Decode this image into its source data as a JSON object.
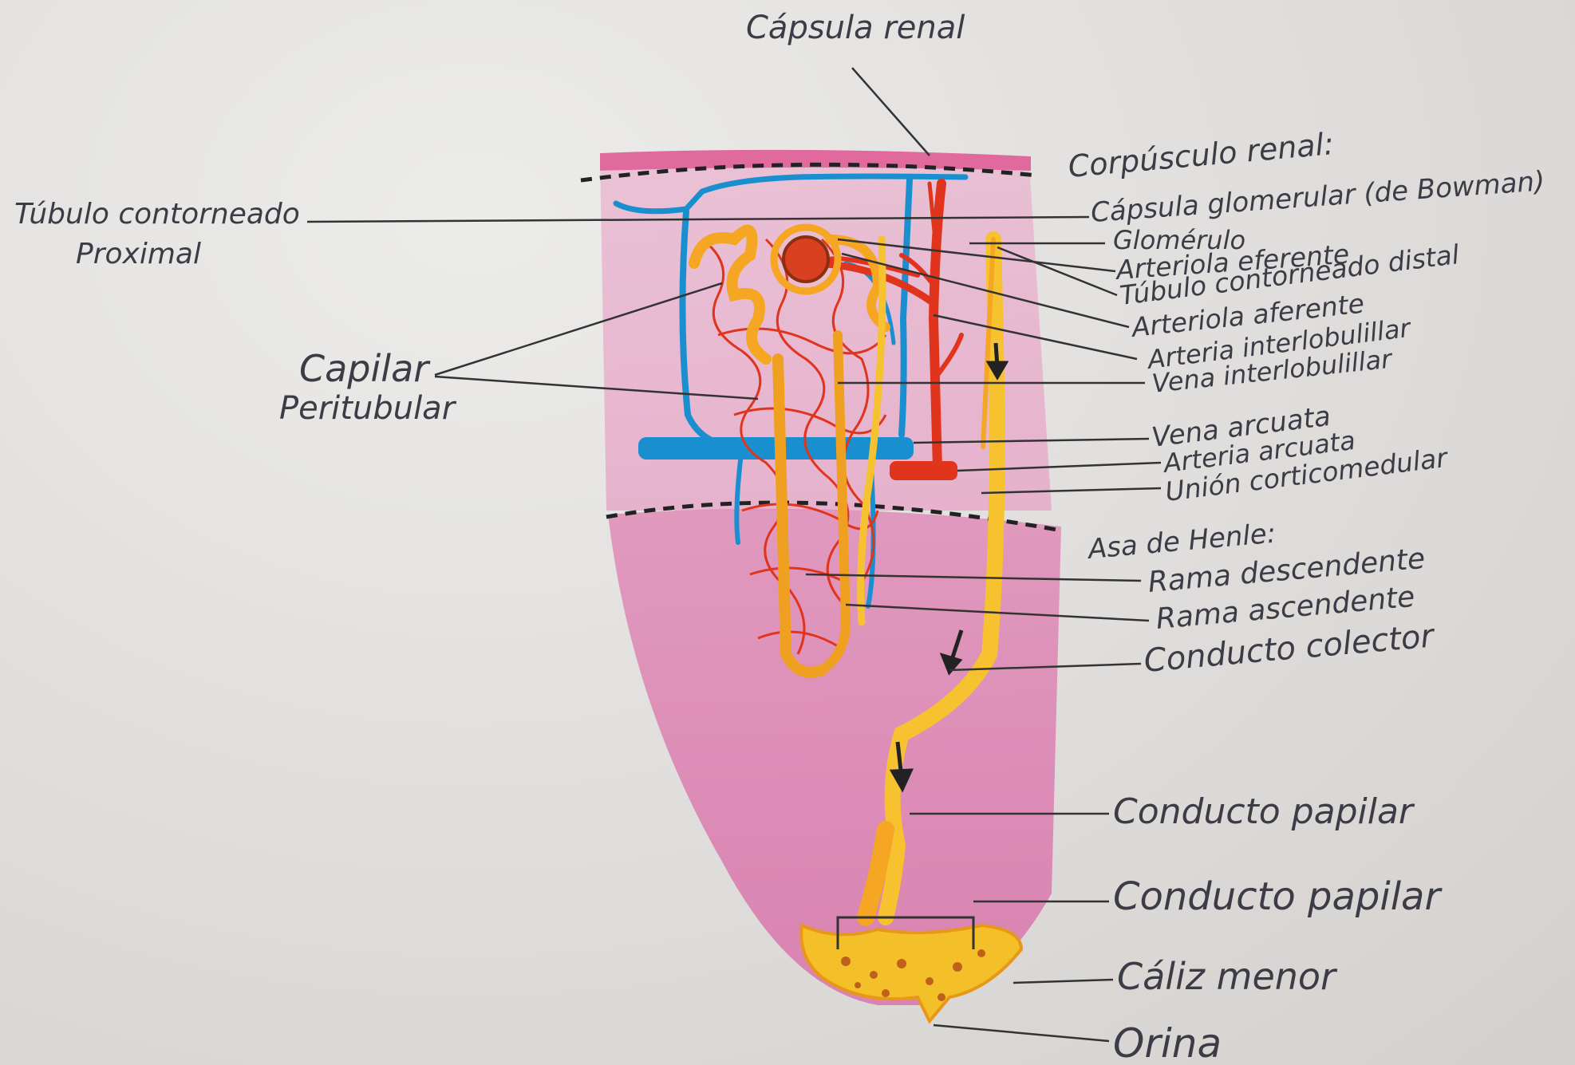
{
  "diagram": {
    "labels": {
      "capsula_renal": "Cápsula renal",
      "corpusculo_renal": "Corpúsculo renal:",
      "capsula_glomerular": "Cápsula glomerular (de Bowman)",
      "glomerulo": "Glomérulo",
      "arteriola_eferente": "Arteriola eferente",
      "tubulo_distal": "Túbulo contorneado distal",
      "arteriola_aferente": "Arteriola aferente",
      "arteria_interlobulillar": "Arteria interlobulillar",
      "vena_interlobulillar": "Vena interlobulillar",
      "vena_arcuata": "Vena arcuata",
      "arteria_arcuata": "Arteria arcuata",
      "union_corticomedular": "Unión corticomedular",
      "asa_henle": "Asa de Henle:",
      "rama_descendente": "Rama descendente",
      "rama_ascendente": "Rama ascendente",
      "conducto_colector": "Conducto colector",
      "conducto_papilar_1": "Conducto papilar",
      "conducto_papilar_2": "Conducto papilar",
      "caliz_menor": "Cáliz menor",
      "orina": "Orina",
      "tubulo_proximal_1": "Túbulo contorneado",
      "tubulo_proximal_2": "Proximal",
      "capilar_1": "Capilar",
      "capilar_2": "Peritubular"
    },
    "colors": {
      "paper": "#e2e0de",
      "cortex_pink": "#e6a8c8",
      "medulla_pink": "#dc84b2",
      "capsule_band": "#e06a9e",
      "artery_red": "#e0341c",
      "vein_blue": "#1a8fd0",
      "tubule_orange": "#f5a623",
      "tubule_yellow": "#f7c230",
      "ink": "#3c3c46"
    }
  }
}
